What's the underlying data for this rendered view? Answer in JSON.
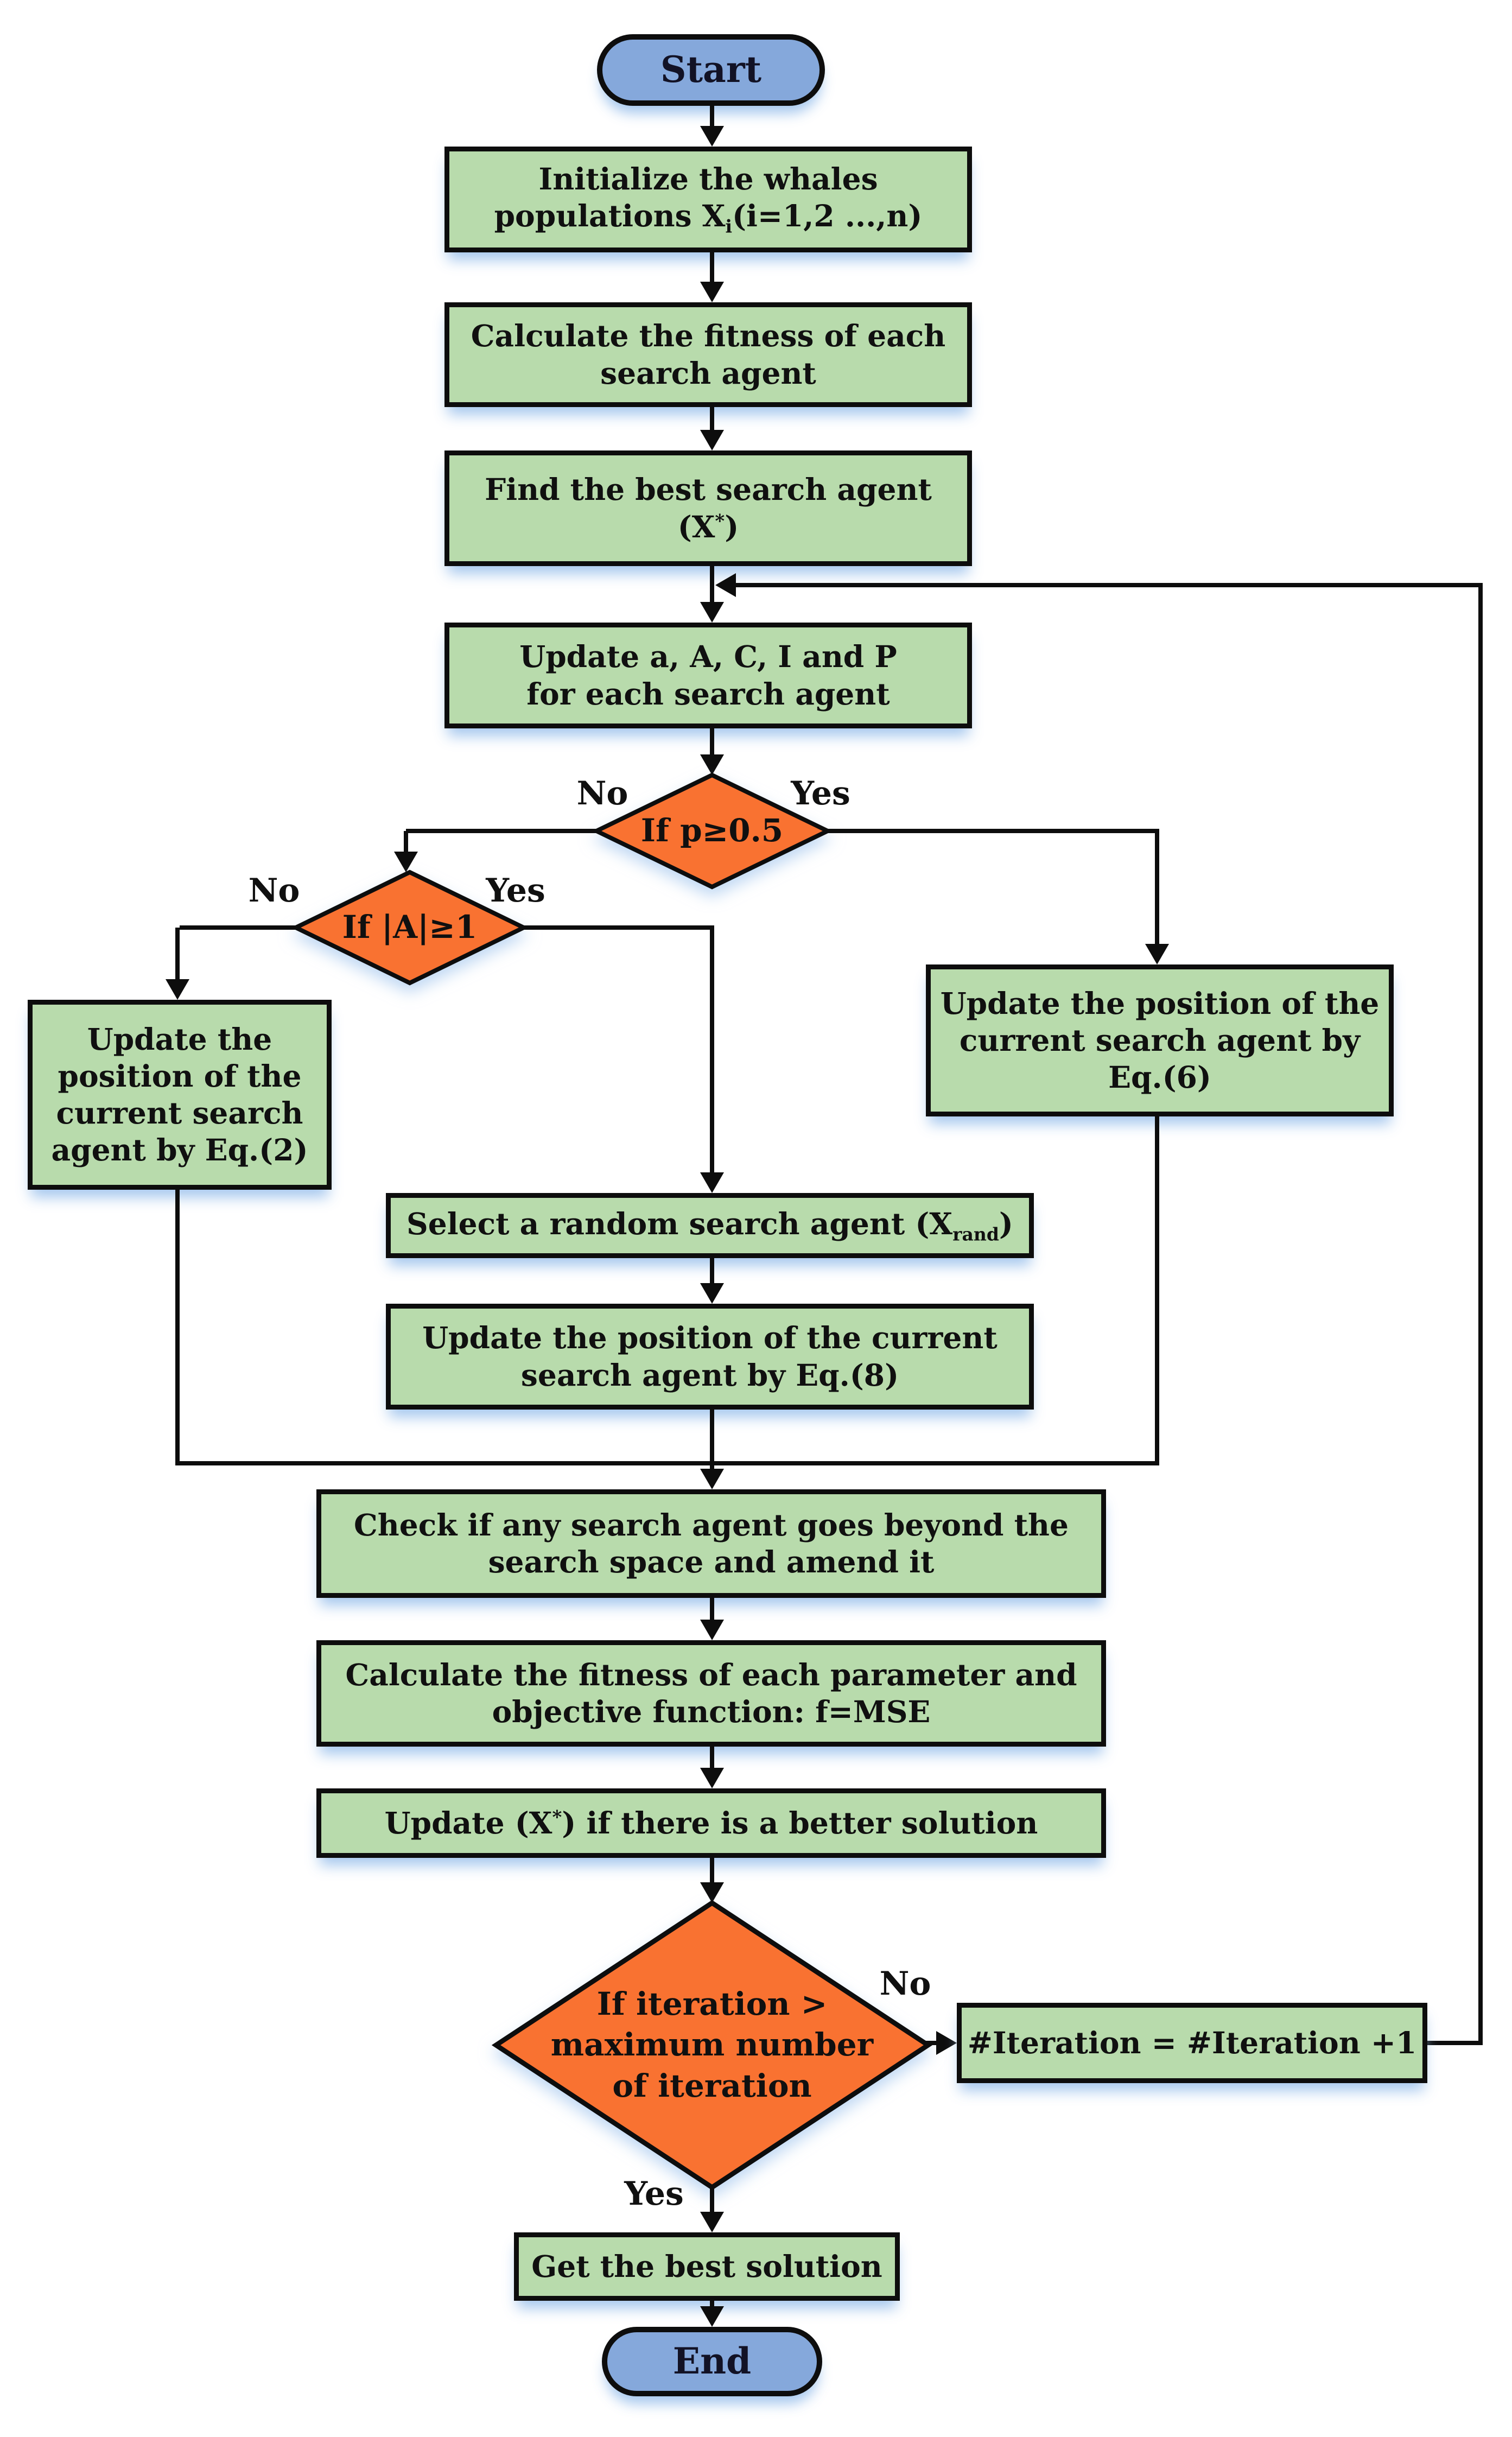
{
  "colors": {
    "process_fill": "#b8dbac",
    "decision_fill": "#f97231",
    "terminal_fill": "#85a8db",
    "stroke": "#0d0d0d",
    "shadow": "rgba(150,190,235,0.85)"
  },
  "nodes": {
    "start": "Start",
    "init_line1": "Initialize the whales",
    "init_line2_pre": "populations X",
    "init_line2_sub": "i",
    "init_line2_post": "(i=1,2 ...,n)",
    "calc_line1": "Calculate the fitness of each",
    "calc_line2": "search agent",
    "find_line1": "Find the best search agent",
    "find_line2_pre": "(X",
    "find_line2_sup": "*",
    "find_line2_post": ")",
    "acip_line1": "Update a, A, C, I and P",
    "acip_line2": "for each search agent",
    "decision_p": "If p≥0.5",
    "decision_a": "If |A|≥1",
    "eq2_line1": "Update the",
    "eq2_line2": "position of the",
    "eq2_line3": "current search",
    "eq2_line4": "agent by Eq.(2)",
    "eq6_line1": "Update the position of the",
    "eq6_line2": "current search agent by",
    "eq6_line3": "Eq.(6)",
    "select_pre": "Select a random search agent (X",
    "select_sub": "rand",
    "select_post": ")",
    "eq8_line1": "Update the position of the current",
    "eq8_line2": "search agent by Eq.(8)",
    "check_line1": "Check if any search agent goes beyond the",
    "check_line2": "search space and amend it",
    "mse_line1": "Calculate the fitness of each parameter and",
    "mse_line2": "objective function: f=MSE",
    "upx_pre": "Update (X",
    "upx_sup": "*",
    "upx_post": ") if there is a better solution",
    "decision_iter_line1": "If iteration >",
    "decision_iter_line2": "maximum number",
    "decision_iter_line3": "of iteration",
    "iter": "#Iteration = #Iteration +1",
    "getbest": "Get the best solution",
    "end": "End"
  },
  "branch_labels": {
    "d1_no": "No",
    "d1_yes": "Yes",
    "d2_no": "No",
    "d2_yes": "Yes",
    "dbig_no": "No",
    "dbig_yes": "Yes"
  }
}
